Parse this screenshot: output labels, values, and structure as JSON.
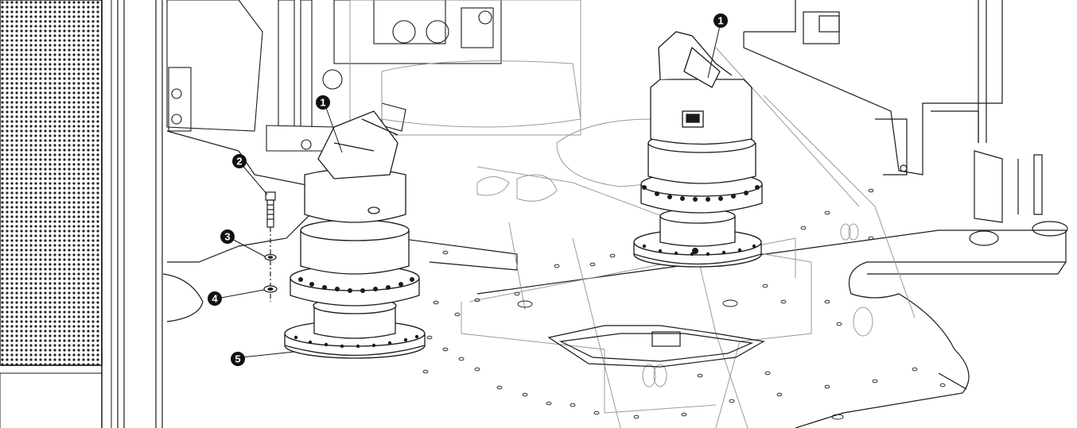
{
  "diagram": {
    "type": "technical-assembly-illustration",
    "colors": {
      "line": "#1a1a1a",
      "ghost_line": "#9a9a9a",
      "callout_fill": "#111111",
      "callout_text": "#ffffff",
      "background": "#ffffff"
    },
    "callouts": [
      {
        "id": "callout-1-left",
        "label": "1",
        "target": "drive-coupling-left"
      },
      {
        "id": "callout-1-right",
        "label": "1",
        "target": "drive-coupling-right"
      },
      {
        "id": "callout-2",
        "label": "2",
        "target": "socket-head-bolt"
      },
      {
        "id": "callout-3",
        "label": "3",
        "target": "lock-washer"
      },
      {
        "id": "callout-4",
        "label": "4",
        "target": "flat-washer"
      },
      {
        "id": "callout-5",
        "label": "5",
        "target": "gearbox-flange"
      }
    ]
  }
}
